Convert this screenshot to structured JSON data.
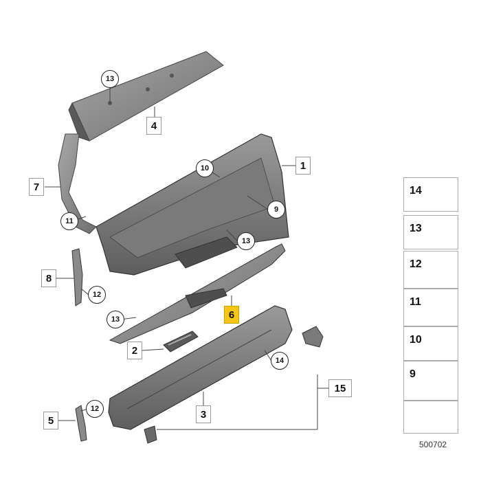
{
  "callouts": {
    "c1": "1",
    "c2": "2",
    "c3": "3",
    "c4": "4",
    "c5": "5",
    "c6": "6",
    "c7": "7",
    "c8": "8",
    "c9": "9",
    "c10": "10",
    "c11": "11",
    "c12a": "12",
    "c12b": "12",
    "c13a": "13",
    "c13b": "13",
    "c13c": "13",
    "c14": "14",
    "c15": "15"
  },
  "legend": [
    "14",
    "13",
    "12",
    "11",
    "10",
    "9"
  ],
  "figure_id": "500702",
  "colors": {
    "highlight": "#f5c518",
    "part_fill": "#8e8e8e",
    "part_dark": "#5c5c5c",
    "outline": "#333333"
  }
}
